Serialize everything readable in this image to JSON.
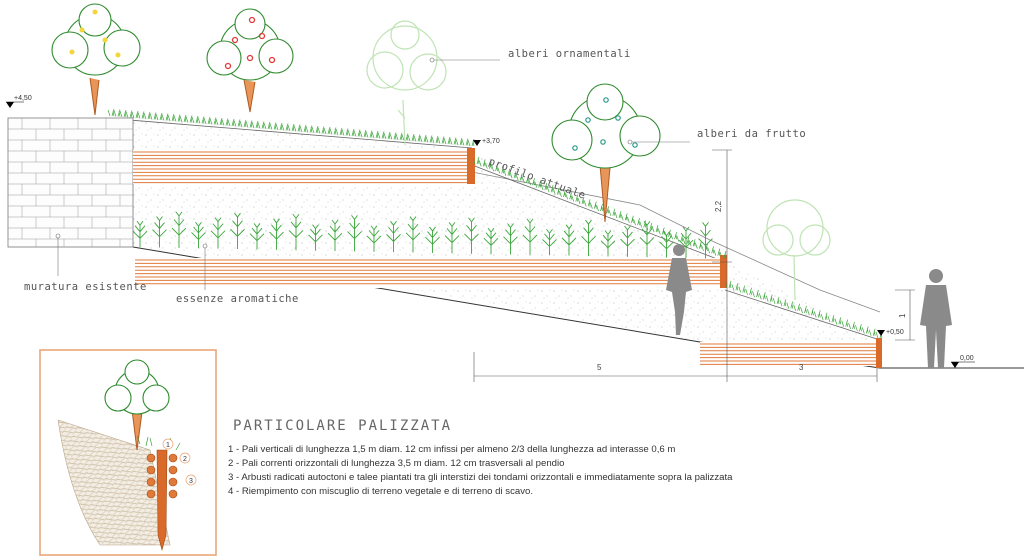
{
  "labels": {
    "alberi_ornamentali": "alberi ornamentali",
    "alberi_da_frutto": "alberi da frutto",
    "profilo_attuale": "profilo attuale",
    "muratura_esistente": "muratura esistente",
    "essenze_aromatiche": "essenze aromatiche"
  },
  "elevations": {
    "top": "+4,50",
    "mid": "+3,70",
    "low": "+0,50",
    "ground": "0,00"
  },
  "dimensions": {
    "height_main": "2,2",
    "height_small": "1",
    "horizontal_left": "5",
    "horizontal_right": "3"
  },
  "detail": {
    "title": "PARTICOLARE PALIZZATA",
    "notes": [
      "1 - Pali verticali di lunghezza 1,5 m diam. 12 cm infissi per almeno 2/3 della lunghezza ad interasse 0,6 m",
      "2 - Pali correnti orizzontali di lunghezza 3,5 m diam. 12 cm trasversali al pendio",
      "3 - Arbusti radicati autoctoni e talee piantati tra gli interstizi dei tondami orizzontali e immediatamente sopra la palizzata",
      "4 - Riempimento con miscuglio di terreno vegetale e di terreno di scavo."
    ],
    "callouts": [
      "1",
      "2",
      "3"
    ]
  },
  "colors": {
    "timber": "#e07a3a",
    "vegetation": "#3aa63a",
    "ghost_tree": "#bfe3b4",
    "wall": "#888888",
    "frame": "#e8a070",
    "human": "#8a8a8a"
  }
}
